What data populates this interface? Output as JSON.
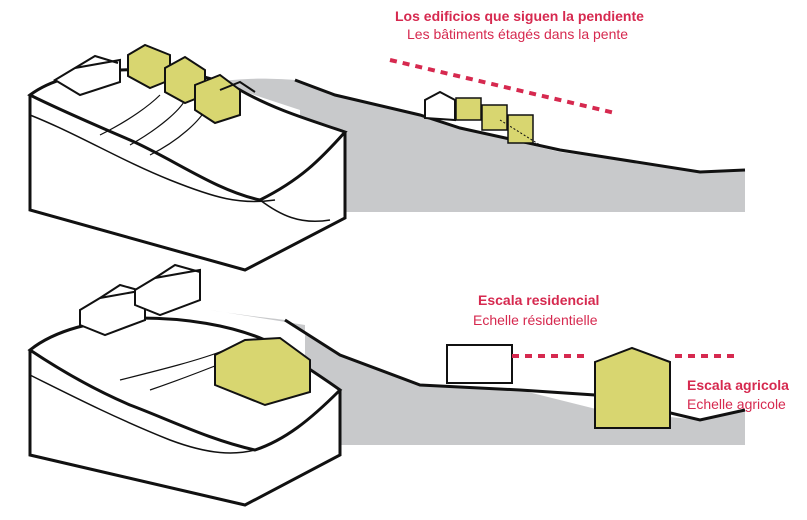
{
  "colors": {
    "accent": "#d6294f",
    "building_fill": "#d8d670",
    "terrain_gray": "#c8c9cb",
    "line": "#111111"
  },
  "top": {
    "title_es": "Los edificios que siguen la pendiente",
    "title_fr": "Les bâtiments étagés dans la pente"
  },
  "bottom": {
    "residential_es": "Escala residencial",
    "residential_fr": "Echelle résidentielle",
    "agricultural_es": "Escala agricola",
    "agricultural_fr": "Echelle agricole"
  }
}
